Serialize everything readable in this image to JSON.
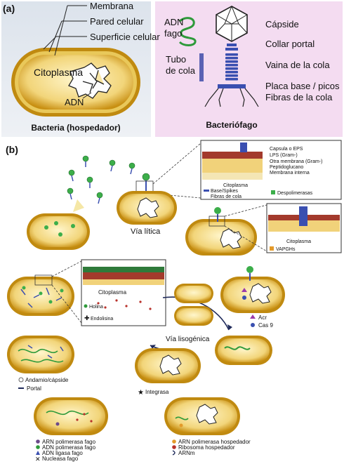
{
  "panel_a": {
    "tag": "(a)",
    "bacteria": {
      "membrane": "Membrana",
      "cell_wall": "Pared celular",
      "cell_surface": "Superficie celular",
      "cytoplasm": "Citoplasma",
      "dna": "ADN",
      "caption": "Bacteria (hospedador)"
    },
    "phage": {
      "dna_line1": "ADN",
      "dna_line2": "fago",
      "capsid": "Cápside",
      "portal_collar": "Collar portal",
      "tail_tube_line1": "Tubo",
      "tail_tube_line2": "de cola",
      "tail_sheath": "Vaina de la cola",
      "baseplate": "Placa base / picos",
      "tail_fibers": "Fibras de la cola",
      "caption": "Bacteriófago"
    }
  },
  "panel_b": {
    "tag": "(b)",
    "inset_top_legend": [
      "Capsula o EPS",
      "LPS (Gram-)",
      "Otra membrana (Gram-)",
      "Peptidoglucano",
      "Membrana interna"
    ],
    "inset_top_cytoplasm": "Citoplasma",
    "inset_top_base": "Base/Spikes",
    "inset_top_fibers": "Fibras de cola",
    "inset_top_depoly": "Despolimerasas",
    "lytic_label": "Vía lítica",
    "inset_right_cytoplasm": "Citoplasma",
    "inset_right_vapgh": "VAPGHs",
    "inset_left_cytoplasm": "Citoplasma",
    "holin": "Holina",
    "endolysin": "Endolisina",
    "acr": "Acr",
    "cas9": "Cas 9",
    "lysogenic_label": "Vía lisogénica",
    "scaffold": "Andamio/cápside",
    "portal": "Portal",
    "integrase": "Integrasa",
    "legend_left": [
      "ARN polimerasa fago",
      "ADN polimerasa fago",
      "ADN ligasa fago",
      "Nucleasa fago"
    ],
    "legend_right": [
      "ARN polimerasa hospedador",
      "Ribosoma hospedador",
      "ARNm"
    ]
  }
}
